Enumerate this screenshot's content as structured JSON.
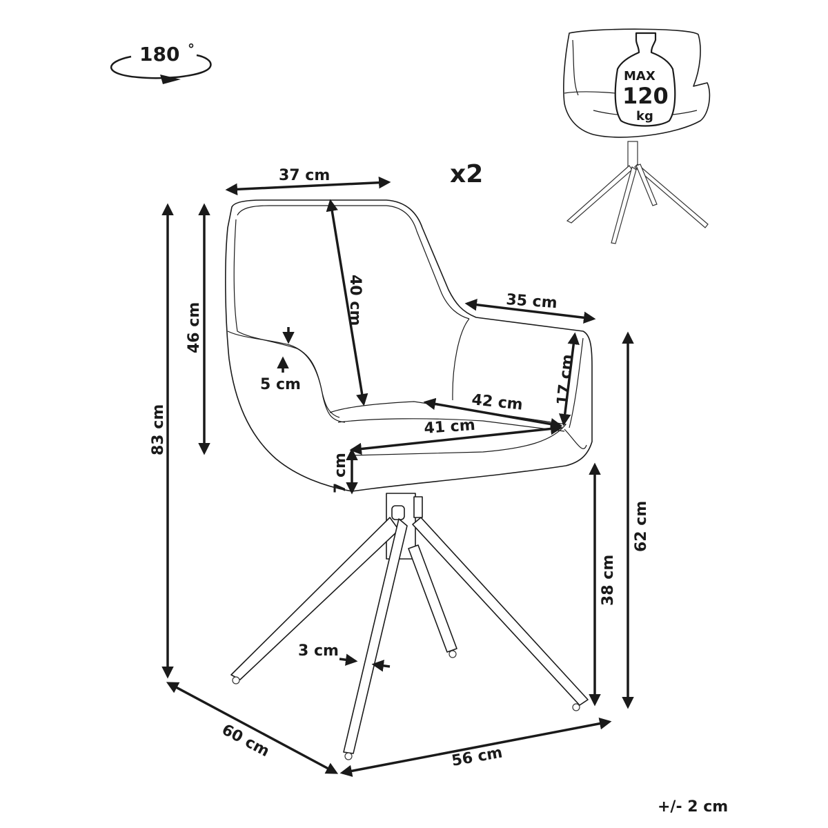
{
  "quantity": "x2",
  "rotation": {
    "label": "180",
    "degree": "°"
  },
  "load": {
    "max": "MAX",
    "value": "120",
    "unit": "kg"
  },
  "dimensions": {
    "back_width": "37 cm",
    "back_height": "40 cm",
    "arm_depth": "35 cm",
    "arm_height": "17 cm",
    "seat_depth": "42 cm",
    "seat_width": "41 cm",
    "backrest_height": "46 cm",
    "total_height": "83 cm",
    "arm_thickness": "5 cm",
    "seat_thickness": "7 cm",
    "seat_height": "38 cm",
    "arm_floor_height": "62 cm",
    "leg_width": "3 cm",
    "depth": "60 cm",
    "width": "56 cm"
  },
  "tolerance": "+/- 2 cm"
}
